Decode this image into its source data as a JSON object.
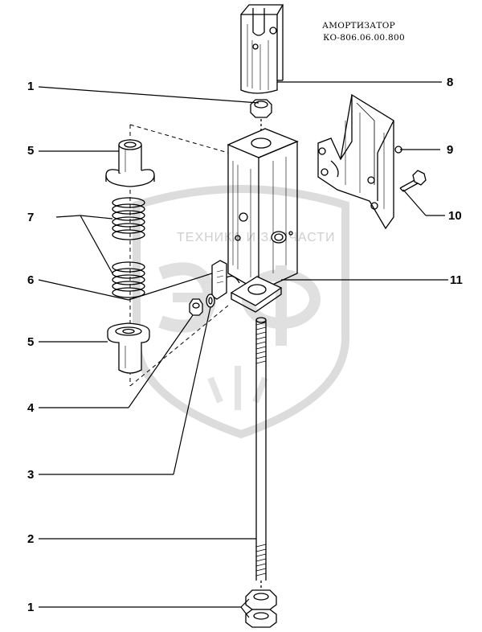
{
  "title": {
    "line1": "АМОРТИЗАТОР",
    "line2": "КО-806.06.00.800"
  },
  "callouts": [
    {
      "id": "c1-top",
      "label": "1"
    },
    {
      "id": "c5-top",
      "label": "5"
    },
    {
      "id": "c7",
      "label": "7"
    },
    {
      "id": "c6",
      "label": "6"
    },
    {
      "id": "c5-bottom",
      "label": "5"
    },
    {
      "id": "c4",
      "label": "4"
    },
    {
      "id": "c3",
      "label": "3"
    },
    {
      "id": "c2",
      "label": "2"
    },
    {
      "id": "c1-bottom",
      "label": "1"
    },
    {
      "id": "c8",
      "label": "8"
    },
    {
      "id": "c9",
      "label": "9"
    },
    {
      "id": "c10",
      "label": "10"
    },
    {
      "id": "c11",
      "label": "11"
    }
  ],
  "watermark": {
    "text": "ТЕХНИКА И ЗАПЧАСТИ",
    "logo": "ЭФ"
  },
  "colors": {
    "ink": "#000000",
    "watermark": "#d9d9d9",
    "background": "#ffffff"
  }
}
